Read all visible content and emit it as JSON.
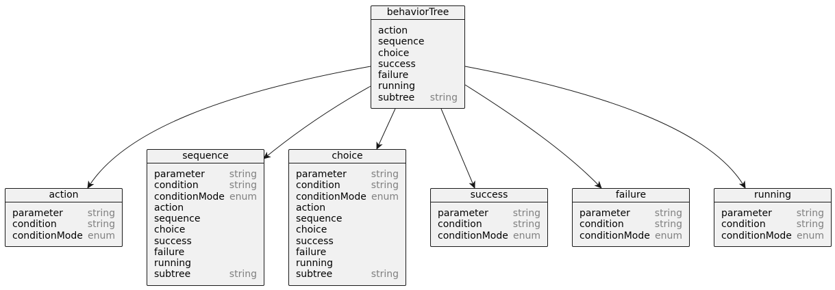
{
  "colors": {
    "node_fill": "#f1f1f1",
    "node_border": "#181818",
    "type_text": "#808080",
    "edge": "#181818"
  },
  "nodes": {
    "behaviorTree": {
      "title": "behaviorTree",
      "fields": [
        {
          "name": "action",
          "type": ""
        },
        {
          "name": "sequence",
          "type": ""
        },
        {
          "name": "choice",
          "type": ""
        },
        {
          "name": "success",
          "type": ""
        },
        {
          "name": "failure",
          "type": ""
        },
        {
          "name": "running",
          "type": ""
        },
        {
          "name": "subtree",
          "type": "string"
        }
      ]
    },
    "action": {
      "title": "action",
      "fields": [
        {
          "name": "parameter",
          "type": "string"
        },
        {
          "name": "condition",
          "type": "string"
        },
        {
          "name": "conditionMode",
          "type": "enum"
        }
      ]
    },
    "sequence": {
      "title": "sequence",
      "fields": [
        {
          "name": "parameter",
          "type": "string"
        },
        {
          "name": "condition",
          "type": "string"
        },
        {
          "name": "conditionMode",
          "type": "enum"
        },
        {
          "name": "action",
          "type": ""
        },
        {
          "name": "sequence",
          "type": ""
        },
        {
          "name": "choice",
          "type": ""
        },
        {
          "name": "success",
          "type": ""
        },
        {
          "name": "failure",
          "type": ""
        },
        {
          "name": "running",
          "type": ""
        },
        {
          "name": "subtree",
          "type": "string"
        }
      ]
    },
    "choice": {
      "title": "choice",
      "fields": [
        {
          "name": "parameter",
          "type": "string"
        },
        {
          "name": "condition",
          "type": "string"
        },
        {
          "name": "conditionMode",
          "type": "enum"
        },
        {
          "name": "action",
          "type": ""
        },
        {
          "name": "sequence",
          "type": ""
        },
        {
          "name": "choice",
          "type": ""
        },
        {
          "name": "success",
          "type": ""
        },
        {
          "name": "failure",
          "type": ""
        },
        {
          "name": "running",
          "type": ""
        },
        {
          "name": "subtree",
          "type": "string"
        }
      ]
    },
    "success": {
      "title": "success",
      "fields": [
        {
          "name": "parameter",
          "type": "string"
        },
        {
          "name": "condition",
          "type": "string"
        },
        {
          "name": "conditionMode",
          "type": "enum"
        }
      ]
    },
    "failure": {
      "title": "failure",
      "fields": [
        {
          "name": "parameter",
          "type": "string"
        },
        {
          "name": "condition",
          "type": "string"
        },
        {
          "name": "conditionMode",
          "type": "enum"
        }
      ]
    },
    "running": {
      "title": "running",
      "fields": [
        {
          "name": "parameter",
          "type": "string"
        },
        {
          "name": "condition",
          "type": "string"
        },
        {
          "name": "conditionMode",
          "type": "enum"
        }
      ]
    }
  },
  "edges": [
    {
      "from": "behaviorTree",
      "to": "action"
    },
    {
      "from": "behaviorTree",
      "to": "sequence"
    },
    {
      "from": "behaviorTree",
      "to": "choice"
    },
    {
      "from": "behaviorTree",
      "to": "success"
    },
    {
      "from": "behaviorTree",
      "to": "failure"
    },
    {
      "from": "behaviorTree",
      "to": "running"
    }
  ]
}
